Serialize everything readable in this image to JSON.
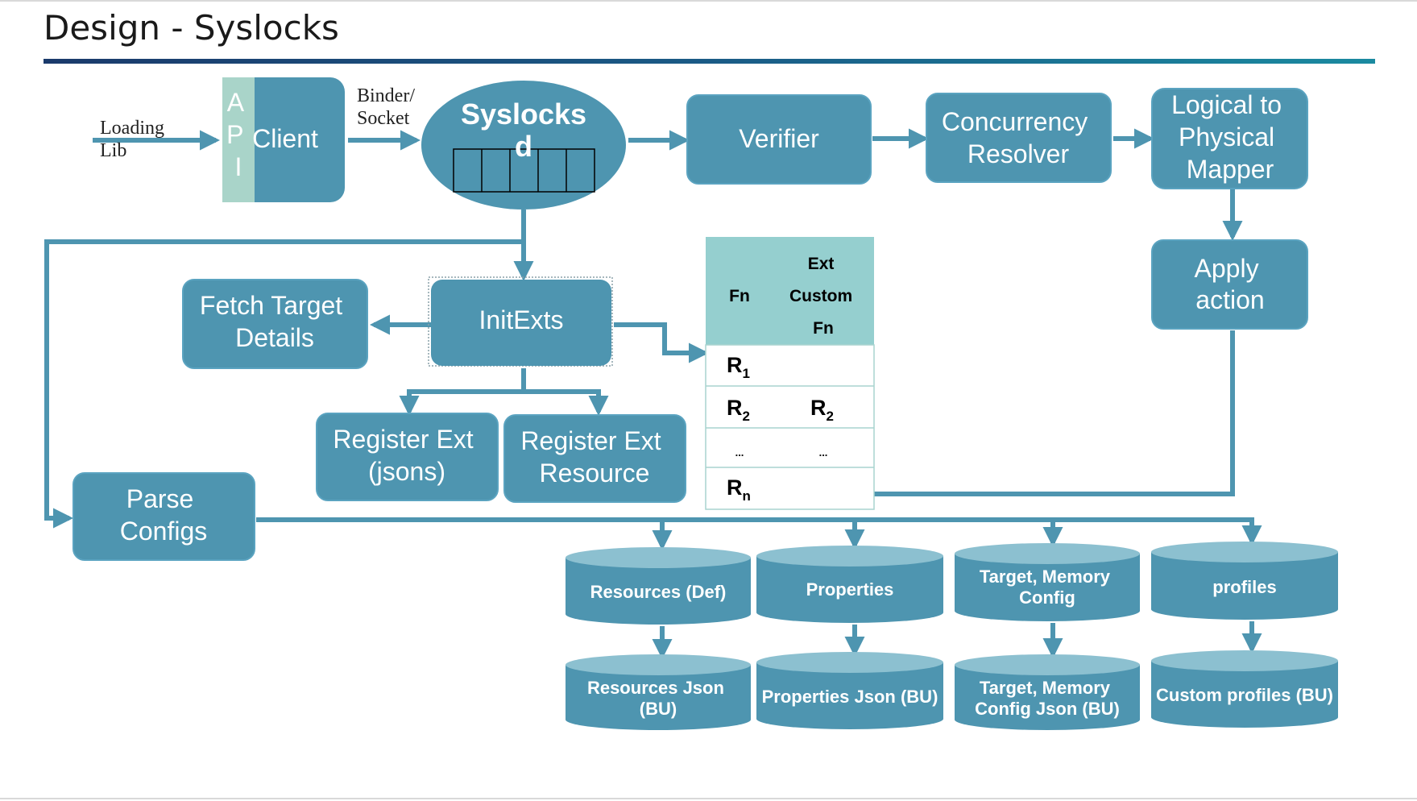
{
  "title": "Design - Syslocks",
  "colors": {
    "box_fill": "#4e95b0",
    "box_border": "#5aa3c0",
    "api_fill": "#a9d4c9",
    "arrow": "#4e95b0",
    "table_header": "#95cfcf",
    "cylinder_top": "#8cc0d0",
    "text_light": "#ffffff"
  },
  "left_labels": {
    "loading_lib": [
      "Loading",
      "Lib"
    ],
    "binder_socket": [
      "Binder/",
      "Socket"
    ]
  },
  "api": {
    "letters": [
      "A",
      "P",
      "I"
    ]
  },
  "boxes": {
    "client": "Client",
    "syslocksd": [
      "Syslocks",
      "d"
    ],
    "verifier": "Verifier",
    "concurrency_resolver": [
      "Concurrency",
      "Resolver"
    ],
    "logical_mapper": [
      "Logical to",
      "Physical",
      "Mapper"
    ],
    "apply_action": [
      "Apply",
      "action"
    ],
    "initexts": "InitExts",
    "fetch_target": [
      "Fetch Target",
      "Details"
    ],
    "register_ext_jsons": [
      "Register Ext",
      "(jsons)"
    ],
    "register_ext_resource": [
      "Register Ext",
      "Resource"
    ],
    "parse_configs": [
      "Parse",
      "Configs"
    ]
  },
  "table": {
    "header": {
      "col1": "Fn",
      "col2": [
        "Ext",
        "Custom",
        "Fn"
      ]
    },
    "rows": [
      {
        "c1": "R",
        "c1_sub": "1",
        "c2": "",
        "c2_sub": ""
      },
      {
        "c1": "R",
        "c1_sub": "2",
        "c2": "R",
        "c2_sub": "2"
      },
      {
        "c1": "...",
        "c1_sub": "",
        "c2": "...",
        "c2_sub": ""
      },
      {
        "c1": "R",
        "c1_sub": "n",
        "c2": "",
        "c2_sub": ""
      }
    ]
  },
  "cylinders_top": [
    [
      "Resources (Def)"
    ],
    [
      "Properties"
    ],
    [
      "Target, Memory",
      "Config"
    ],
    [
      "profiles"
    ]
  ],
  "cylinders_bottom": [
    [
      "Resources Json",
      "(BU)"
    ],
    [
      "Properties Json (BU)"
    ],
    [
      "Target, Memory",
      "Config Json (BU)"
    ],
    [
      "Custom profiles (BU)"
    ]
  ]
}
